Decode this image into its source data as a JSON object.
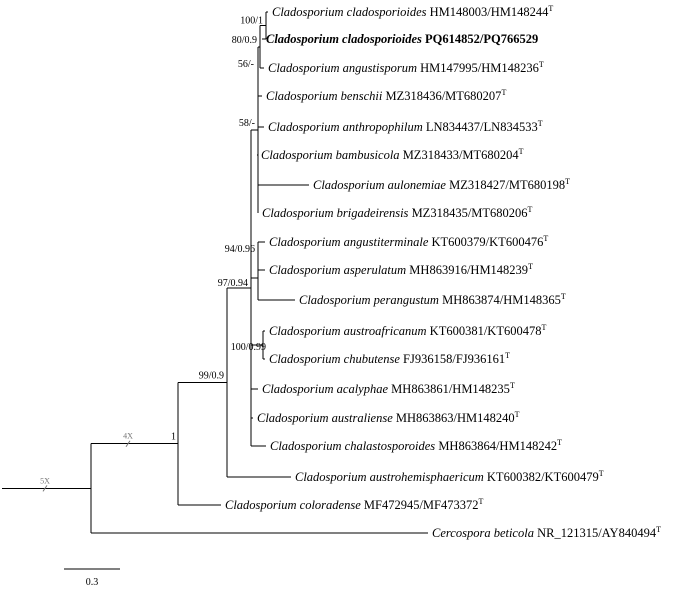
{
  "tree": {
    "taxa": [
      {
        "id": "t1",
        "genus_species": "Cladosporium cladosporioides",
        "accession": "HM148003/HM148244",
        "type_marker": "T",
        "bold": false
      },
      {
        "id": "t2",
        "genus_species": "Cladosporium cladosporioides",
        "accession": "PQ614852/PQ766529",
        "type_marker": "",
        "bold": true
      },
      {
        "id": "t3",
        "genus_species": "Cladosporium angustisporum",
        "accession": "HM147995/HM148236",
        "type_marker": "T",
        "bold": false
      },
      {
        "id": "t4",
        "genus_species": "Cladosporium benschii",
        "accession": "MZ318436/MT680207",
        "type_marker": "T",
        "bold": false
      },
      {
        "id": "t5",
        "genus_species": "Cladosporium anthropophilum",
        "accession": "LN834437/LN834533",
        "type_marker": "T",
        "bold": false
      },
      {
        "id": "t6",
        "genus_species": "Cladosporium bambusicola",
        "accession": "MZ318433/MT680204",
        "type_marker": "T",
        "bold": false
      },
      {
        "id": "t7",
        "genus_species": "Cladosporium aulonemiae",
        "accession": "MZ318427/MT680198",
        "type_marker": "T",
        "bold": false
      },
      {
        "id": "t8",
        "genus_species": "Cladosporium brigadeirensis",
        "accession": "MZ318435/MT680206",
        "type_marker": "T",
        "bold": false
      },
      {
        "id": "t9",
        "genus_species": "Cladosporium angustiterminale",
        "accession": "KT600379/KT600476",
        "type_marker": "T",
        "bold": false
      },
      {
        "id": "t10",
        "genus_species": "Cladosporium asperulatum",
        "accession": "MH863916/HM148239",
        "type_marker": "T",
        "bold": false
      },
      {
        "id": "t11",
        "genus_species": "Cladosporium perangustum",
        "accession": "MH863874/HM148365",
        "type_marker": "T",
        "bold": false
      },
      {
        "id": "t12",
        "genus_species": "Cladosporium austroafricanum",
        "accession": "KT600381/KT600478",
        "type_marker": "T",
        "bold": false
      },
      {
        "id": "t13",
        "genus_species": "Cladosporium chubutense",
        "accession": "FJ936158/FJ936161",
        "type_marker": "T",
        "bold": false
      },
      {
        "id": "t14",
        "genus_species": "Cladosporium acalyphae",
        "accession": "MH863861/HM148235",
        "type_marker": "T",
        "bold": false
      },
      {
        "id": "t15",
        "genus_species": "Cladosporium australiense",
        "accession": "MH863863/HM148240",
        "type_marker": "T",
        "bold": false
      },
      {
        "id": "t16",
        "genus_species": "Cladosporium chalastosporoides",
        "accession": "MH863864/HM148242",
        "type_marker": "T",
        "bold": false
      },
      {
        "id": "t17",
        "genus_species": "Cladosporium austrohemisphaericum",
        "accession": "KT600382/KT600479",
        "type_marker": "T",
        "bold": false
      },
      {
        "id": "t18",
        "genus_species": "Cladosporium coloradense",
        "accession": "MF472945/MF473372",
        "type_marker": "T",
        "bold": false
      },
      {
        "id": "t19",
        "genus_species": "Cercospora beticola",
        "accession": "NR_121315/AY840494",
        "type_marker": "T",
        "bold": false
      }
    ],
    "support_labels": {
      "n_cc": "100/1",
      "n_clado2": "80/0.9",
      "n_ang": "56/-",
      "n_cladeA": "58/-",
      "n_cladeB": "94/0.96",
      "n_cladeC": "97/0.94",
      "n_cladeC2": "100/0.99",
      "n_main": "99/0.9",
      "n_clado": "1"
    },
    "break_labels": {
      "root_branch": "5X",
      "clado_branch": "4X"
    },
    "scale_bar": {
      "label": "0.3"
    }
  }
}
